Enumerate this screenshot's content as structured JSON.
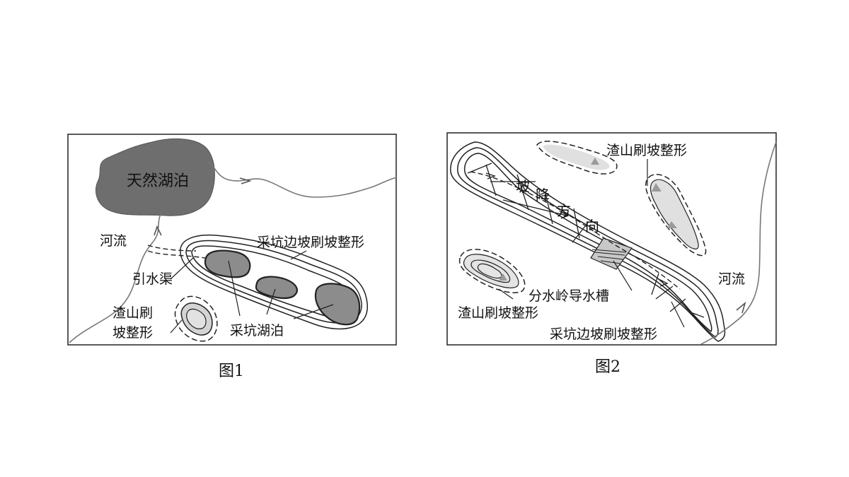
{
  "figure1": {
    "caption": "图1",
    "labels": {
      "natural_lake": "天然湖泊",
      "river": "河流",
      "canal": "引水渠",
      "pit_slope": "采坑边坡刷坡整形",
      "slag_line1": "渣山刷",
      "slag_line2": "坡整形",
      "pit_lake": "采坑湖泊"
    }
  },
  "figure2": {
    "caption": "图2",
    "labels": {
      "slag_top": "渣山刷坡整形",
      "dir_1": "坡",
      "dir_2": "降",
      "dir_3": "方",
      "dir_4": "向",
      "river": "河流",
      "divide": "分水岭导水槽",
      "slag_left": "渣山刷坡整形",
      "pit_slope": "采坑边坡刷坡整形"
    }
  },
  "colors": {
    "lake_fill": "#6e6e6e",
    "pit_fill": "#8c8c8c",
    "slag_fill": "#d4d4d4",
    "slag_dot": "#9a9a9a",
    "line": "#222222",
    "river": "#777777"
  }
}
